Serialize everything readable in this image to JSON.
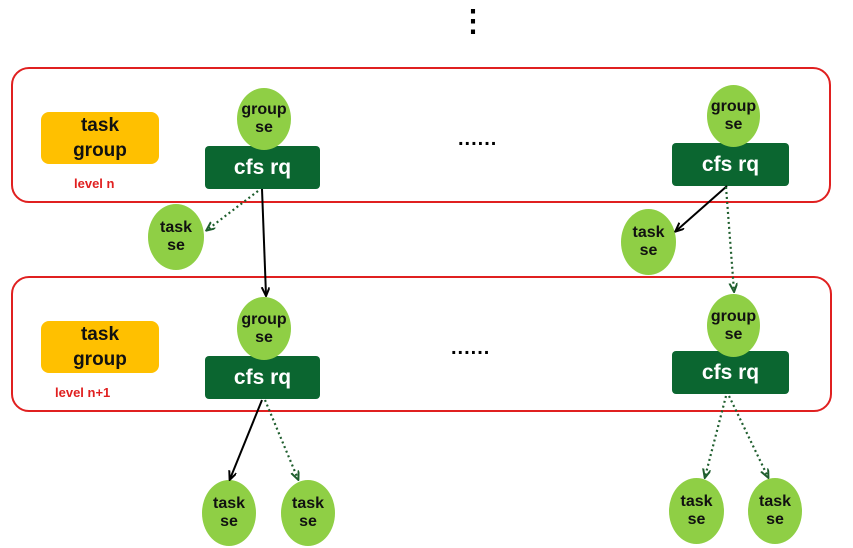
{
  "top_ellipsis": "⋮",
  "levels": [
    {
      "level_label": "level n",
      "task_group": [
        "task",
        "group"
      ],
      "group_se": [
        "group",
        "se"
      ],
      "cfs_rq": "cfs rq",
      "ellipsis": "......"
    },
    {
      "level_label": "level n+1",
      "task_group": [
        "task",
        "group"
      ],
      "group_se": [
        "group",
        "se"
      ],
      "cfs_rq": "cfs rq",
      "ellipsis": "......"
    }
  ],
  "task_se": [
    "task",
    "se"
  ],
  "colors": {
    "level_border": "#e02020",
    "task_group": "#ffc000",
    "cfs_rq": "#0b6630",
    "sched_entity": "#8fcf45",
    "solid_arrow": "#000000",
    "dotted_arrow": "#1f5e2e"
  }
}
